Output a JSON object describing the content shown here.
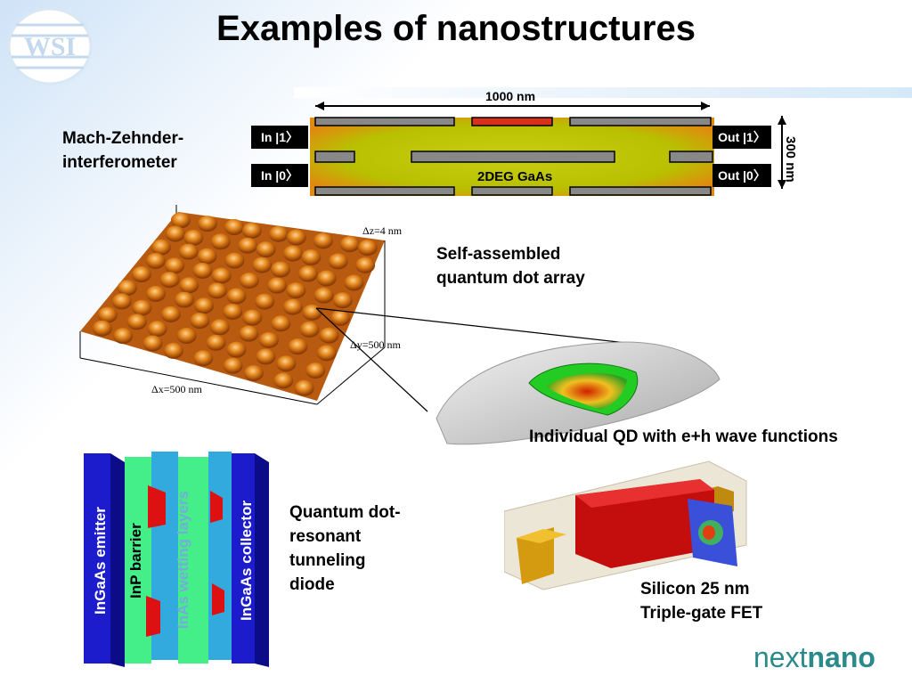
{
  "title": "Examples of nanostructures",
  "logo_left": "WSI",
  "mzi": {
    "label_line1": "Mach-Zehnder-",
    "label_line2": "interferometer",
    "width_label": "1000 nm",
    "height_label": "300 nm",
    "in1": "In |1〉",
    "in0": "In |0〉",
    "out1": "Out |1〉",
    "out0": "Out |0〉",
    "material": "2DEG GaAs"
  },
  "qd_array": {
    "label_line1": "Self-assembled",
    "label_line2": "quantum dot array",
    "dz": "Δz=4 nm",
    "dy": "Δy=500 nm",
    "dx": "Δx=500 nm"
  },
  "individual_qd": {
    "label": "Individual QD with e+h wave functions"
  },
  "rtd": {
    "emitter": "InGaAs emitter",
    "barrier": "InP barrier",
    "wetting": "InAs wetting layers",
    "collector": "InGaAs collector",
    "label_line1": "Quantum dot-",
    "label_line2": "resonant",
    "label_line3": "tunneling",
    "label_line4": "diode"
  },
  "fet": {
    "label_line1": "Silicon 25 nm",
    "label_line2": "Triple-gate FET"
  },
  "brand": {
    "part1": "next",
    "part2": "nano"
  },
  "colors": {
    "brand_teal": "#2a8a8a",
    "mzi_yellow": "#c8c800",
    "gate_red": "#d8301a"
  }
}
